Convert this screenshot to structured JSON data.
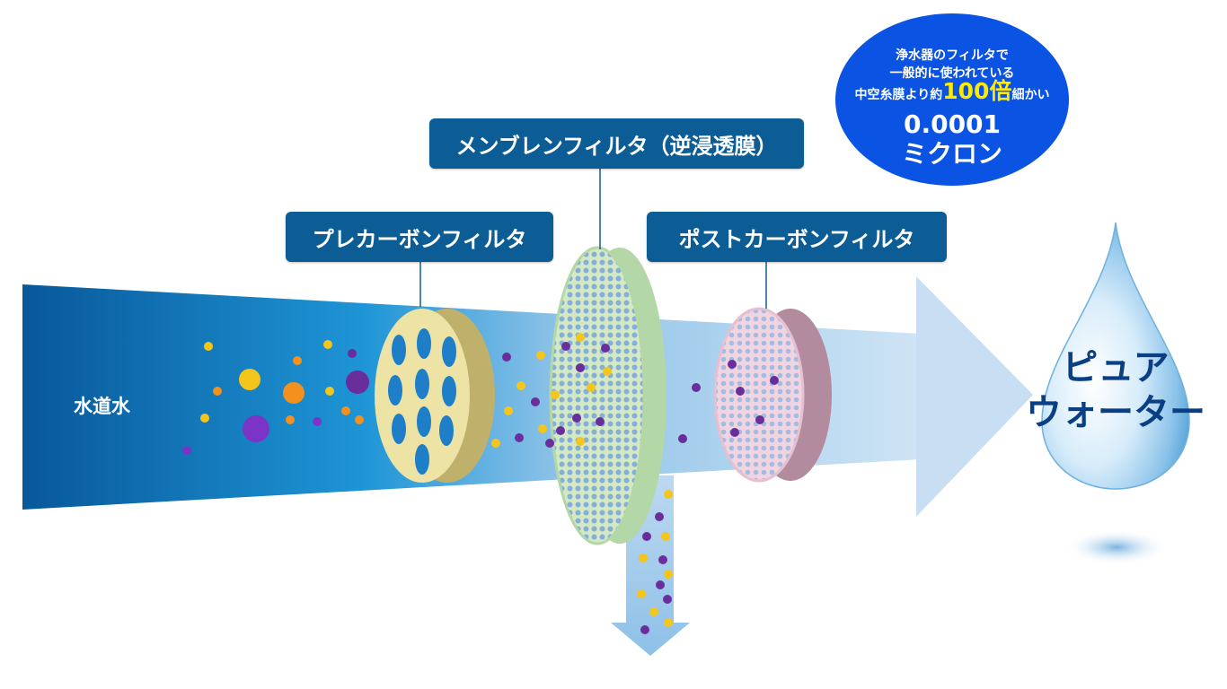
{
  "labels": {
    "tap_water": "水道水",
    "pre_carbon": "プレカーボンフィルタ",
    "membrane": "メンブレンフィルタ（逆浸透膜）",
    "post_carbon": "ポストカーボンフィルタ"
  },
  "bubble": {
    "line1": "浄水器のフィルタで",
    "line2": "一般的に使われている",
    "line3_prefix": "中空糸膜より約",
    "line3_highlight": "100倍",
    "line3_suffix": "細かい",
    "size_value": "0.0001",
    "size_unit": "ミクロン"
  },
  "pure_water": {
    "line1": "ピュア",
    "line2": "ウォーター"
  },
  "colors": {
    "label_bg": "#0c5d96",
    "bubble_bg": "#0b53e2",
    "highlight": "#ffea00",
    "flow_dark": "#0a5a9a",
    "flow_light": "#c4def2"
  }
}
